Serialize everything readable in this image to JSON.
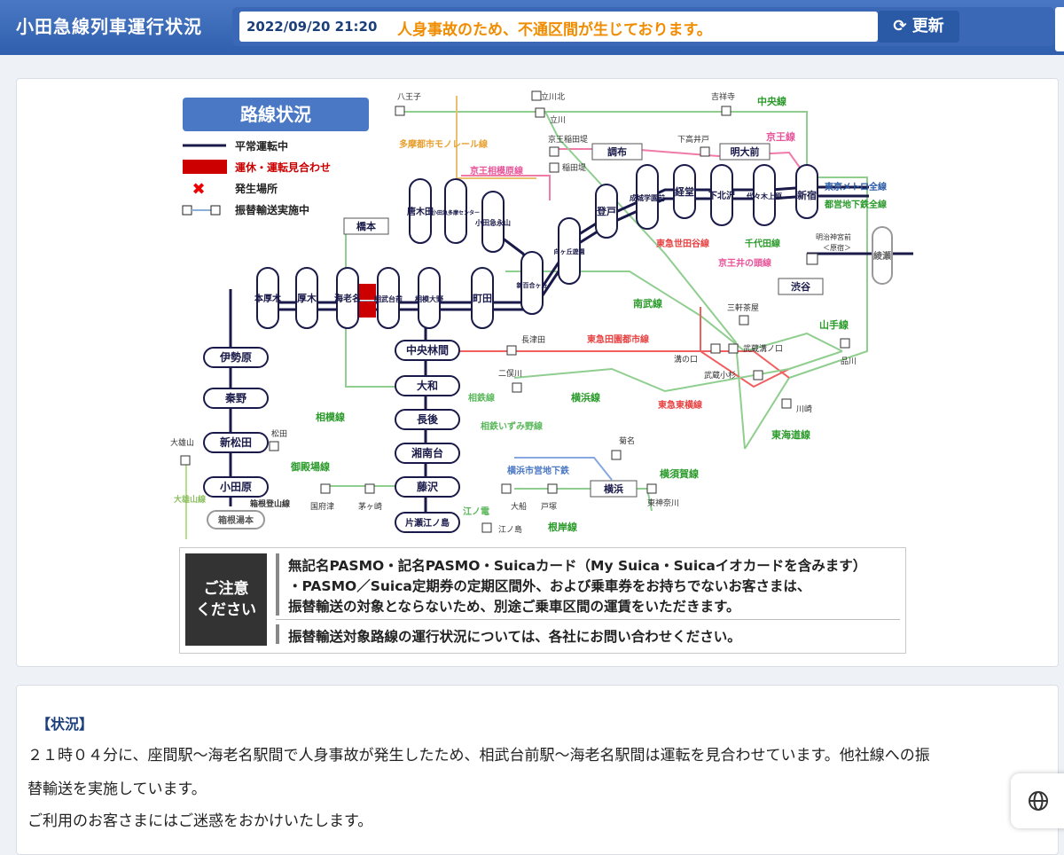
{
  "header": {
    "title": "小田急線列車運行状況",
    "ticker_time": "2022/09/20 21:20",
    "ticker_message": "人身事故のため、不通区間が生じております。",
    "refresh_label": "更新"
  },
  "map": {
    "title": "路線状況",
    "legend": {
      "normal": "平常運転中",
      "suspended": "運休・運転見合わせ",
      "incident": "発生場所",
      "transfer": "振替輸送実施中"
    },
    "stations": {
      "shinjuku": "新宿",
      "yoyogi_uehara": "代々木上原",
      "shimokitazawa": "下北沢",
      "kyodo": "経堂",
      "seijo": "成城学園前",
      "noborito": "登戸",
      "mukogaoka": "向ヶ丘遊園",
      "shinyuri": "新百合ヶ丘",
      "nagayama": "小田急永山",
      "tama_center": "小田急多摩センター",
      "karakida": "唐木田",
      "machida": "町田",
      "sagami_ono": "相模大野",
      "sobudaimae": "相武台前",
      "ebina": "海老名",
      "atsugi": "厚木",
      "hon_atsugi": "本厚木",
      "isehara": "伊勢原",
      "hadano": "秦野",
      "shin_matsuda": "新松田",
      "odawara": "小田原",
      "hakone_yumoto": "箱根湯本",
      "chuo_rinkan": "中央林間",
      "yamato": "大和",
      "chogo": "長後",
      "shonandai": "湘南台",
      "fujisawa": "藤沢",
      "katase_enoshima": "片瀬江ノ島",
      "ayase": "綾瀬",
      "hashimoto": "橋本",
      "chofu": "調布",
      "meidaimae": "明大前",
      "shibuya": "渋谷",
      "yokohama": "横浜",
      "hachioji": "八王子",
      "tachikawa_kita": "立川北",
      "tachikawa": "立川",
      "kichijoji": "吉祥寺",
      "keio_inadazutsumi": "京王稲田堤",
      "inadazutsumi": "稲田堤",
      "shimotakaido": "下高井戸",
      "meiji_jingumae": "明治神宮前",
      "harajuku": "＜原宿＞",
      "sangenjaya": "三軒茶屋",
      "nagatsuta": "長津田",
      "mizonokuchi": "溝の口",
      "musashi_mizonokuchi": "武蔵溝ノ口",
      "musashi_kosugi": "武蔵小杉",
      "shinagawa": "品川",
      "kawasaki": "川崎",
      "futamatagawa": "二俣川",
      "kikuna": "菊名",
      "higashi_kanagawa": "東神奈川",
      "ofuna": "大船",
      "totsuka": "戸塚",
      "enoshima": "江ノ島",
      "chigasaki": "茅ヶ崎",
      "kozu": "国府津",
      "matsuda": "松田",
      "daiyuzan": "大雄山"
    },
    "lines": {
      "chuo": "中央線",
      "keio": "京王線",
      "tokyo_metro": "東京メトロ全線",
      "toei": "都営地下鉄全線",
      "tama_monorail": "多摩都市モノレール線",
      "keio_sagamihara": "京王相模原線",
      "tokyu_setagaya": "東急世田谷線",
      "chiyoda": "千代田線",
      "inokashira": "京王井の頭線",
      "nambu": "南武線",
      "yamanote": "山手線",
      "denentoshi": "東急田園都市線",
      "yokohama_line": "横浜線",
      "toyoko": "東急東横線",
      "tokaido": "東海道線",
      "sotetsu": "相鉄線",
      "sotetsu_izumino": "相鉄いずみ野線",
      "sagami": "相模線",
      "gotemba": "御殿場線",
      "yokohama_subway": "横浜市営地下鉄",
      "yokosuka": "横須賀線",
      "hakone_tozan": "箱根登山線",
      "enoden": "江ノ電",
      "negishi": "根岸線",
      "daiyuzan_line": "大雄山線"
    }
  },
  "notice": {
    "badge_line1": "ご注意",
    "badge_line2": "ください",
    "line1": "無記名PASMO・記名PASMO・Suicaカード（My Suica・Suicaイオカードを含みます）",
    "line2": "・PASMO／Suica定期券の定期区間外、および乗車券をお持ちでないお客さまは、",
    "line3": "振替輸送の対象とならないため、別途ご乗車区間の運賃をいただきます。",
    "line4": "振替輸送対象路線の運行状況については、各社にお問い合わせください。"
  },
  "status": {
    "heading": "【状況】",
    "text1": "２１時０４分に、座間駅～海老名駅間で人身事故が発生したため、相武台前駅～海老名駅間は運転を見合わせています。他社線への振",
    "text2": "替輸送を実施しています。",
    "text3": "ご利用のお客さまにはご迷惑をおかけいたします。"
  },
  "colors": {
    "header_blue": "#2f5fad",
    "ticker_orange": "#f08c00",
    "odakyu_line": "#1a1a4a",
    "suspended_red": "#cc0000",
    "jr_green": "#3aa63a",
    "keio_pink": "#e8559a",
    "tokyu_red": "#e84040",
    "monorail_yellow": "#e8b040"
  }
}
